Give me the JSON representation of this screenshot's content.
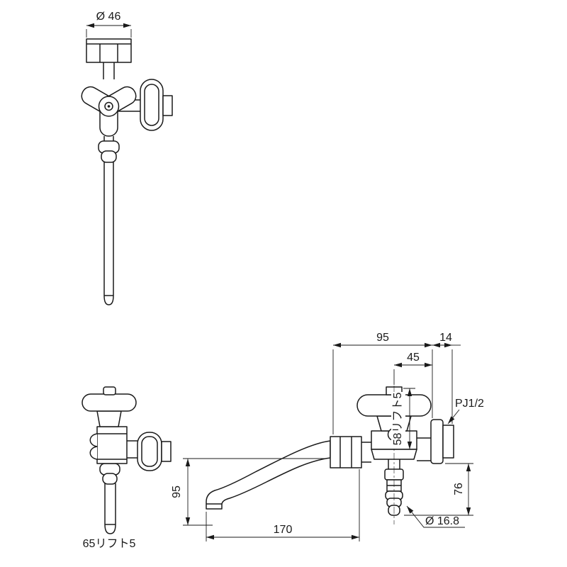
{
  "document": {
    "type": "faucet-dimension-drawing",
    "background": "#ffffff",
    "line_color": "#1a1a1a"
  },
  "labels": {
    "top_view": {
      "cap_width": "Ø 46"
    },
    "side_view": {
      "lift": "65リフト5"
    },
    "front_view": {
      "body_to_wall": "95",
      "thread_length": "14",
      "center_to_wall": "45",
      "handle_lift": "58リフト5",
      "thread_type": "PJ1/2",
      "wall_to_outlet_drop": "76",
      "spout_drop": "95",
      "spout_reach": "170",
      "outlet_diameter": "Ø 16.8"
    }
  }
}
